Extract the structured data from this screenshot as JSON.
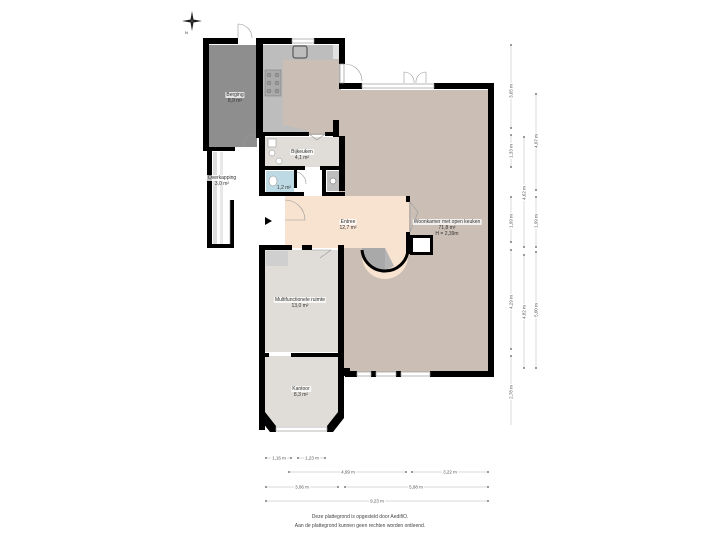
{
  "compass": {
    "north_label": "N"
  },
  "rooms": [
    {
      "id": "berging",
      "name": "Berging",
      "area": "8,9 m²",
      "color": "#8e8e8e"
    },
    {
      "id": "overkapping",
      "name": "Overkapping",
      "area": "3,0 m²",
      "color": "#ffffff"
    },
    {
      "id": "bijkeuken",
      "name": "Bijkeuken",
      "area": "4,1 m²",
      "color": "#e0ddd8"
    },
    {
      "id": "toilet",
      "name": "",
      "area": "1,2 m²",
      "color": "#bcd9e4"
    },
    {
      "id": "entree",
      "name": "Entree",
      "area": "12,7 m²",
      "color": "#f7e3d0"
    },
    {
      "id": "woonkamer",
      "name": "Woonkamer met open keuken",
      "area": "71,8 m²",
      "height": "H = 2,39m",
      "color": "#cbbfb5"
    },
    {
      "id": "multifunctionele",
      "name": "Multifunctionele ruimte",
      "area": "13,0 m²",
      "color": "#e0ddd8"
    },
    {
      "id": "kantoor",
      "name": "Kantoor",
      "area": "8,3 m²",
      "color": "#e0ddd8"
    }
  ],
  "dimensions": {
    "vertical_col1": [
      "3,65 m",
      "1,33 m",
      "1,99 m",
      "4,29 m",
      "2,78 m"
    ],
    "vertical_col2": [
      "4,62 m",
      "4,82 m"
    ],
    "vertical_col3": [
      "4,07 m",
      "1,99 m",
      "5,00 m"
    ],
    "horizontal_row1": [
      "1,16 m",
      "1,23 m"
    ],
    "horizontal_row2": [
      "4,99 m",
      "3,22 m"
    ],
    "horizontal_row3": [
      "3,06 m",
      "5,98 m"
    ],
    "horizontal_row4": [
      "9,23 m"
    ]
  },
  "footer": {
    "line1": "Deze plattegrond is opgesteld door AedifiO.",
    "line2": "Aan de plattegrond kunnen geen rechten worden ontleend."
  },
  "colors": {
    "wall": "#000000",
    "living": "#cbbfb5",
    "entree": "#f7e3d0",
    "storage": "#8e8e8e",
    "kitchen_counter": "#bdbdbd",
    "room_light": "#e0ddd8",
    "toilet": "#bcd9e4",
    "stair": "#a9a9a9"
  }
}
